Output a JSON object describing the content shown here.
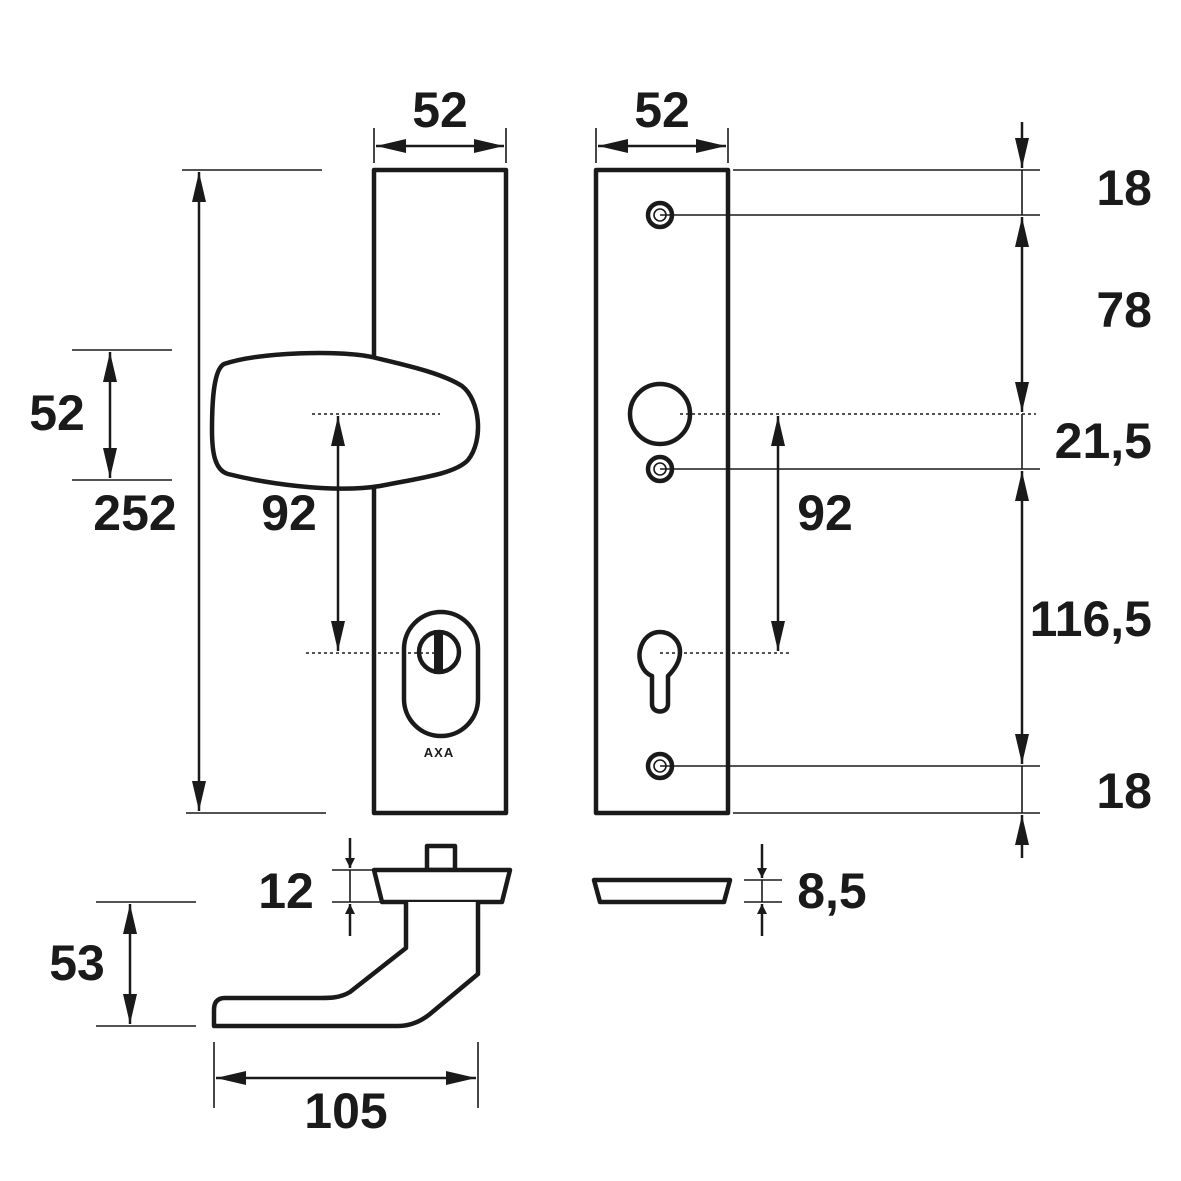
{
  "drawing": {
    "brand": "AXA",
    "dimensions": {
      "plate_width_left": "52",
      "plate_width_right": "52",
      "plate_height": "252",
      "handle_height": "52",
      "handle_to_cylinder_left": "92",
      "handle_to_cylinder_right": "92",
      "top_margin": "18",
      "screw_to_handle": "78",
      "handle_to_screw": "21,5",
      "screw_to_bottom_screw": "116,5",
      "bottom_margin": "18",
      "rose_thickness": "12",
      "plate_thickness": "8,5",
      "handle_projection": "53",
      "handle_length": "105"
    }
  }
}
